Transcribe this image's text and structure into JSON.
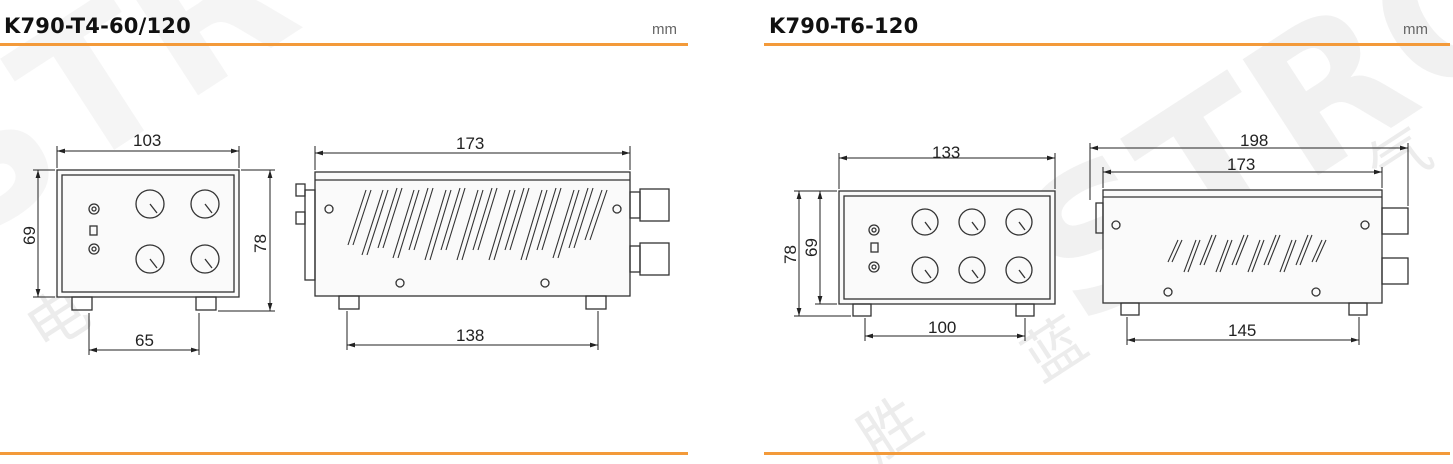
{
  "colors": {
    "accent": "#f39a3a",
    "line": "#333333",
    "watermark": "#eeeeee"
  },
  "watermark": {
    "text": "STRON",
    "chars": [
      "电",
      "蓝",
      "胜",
      "气"
    ]
  },
  "panels": [
    {
      "title": "K790-T4-60/120",
      "unit": "mm",
      "front": {
        "width": "103",
        "height": "69",
        "overall_height": "78",
        "feet_spacing": "65"
      },
      "side": {
        "length": "173",
        "feet_spacing": "138"
      }
    },
    {
      "title": "K790-T6-120",
      "unit": "mm",
      "front": {
        "width": "133",
        "height": "69",
        "overall_height": "78",
        "feet_spacing": "100"
      },
      "side": {
        "overall_length": "198",
        "length": "173",
        "feet_spacing": "145"
      }
    }
  ]
}
